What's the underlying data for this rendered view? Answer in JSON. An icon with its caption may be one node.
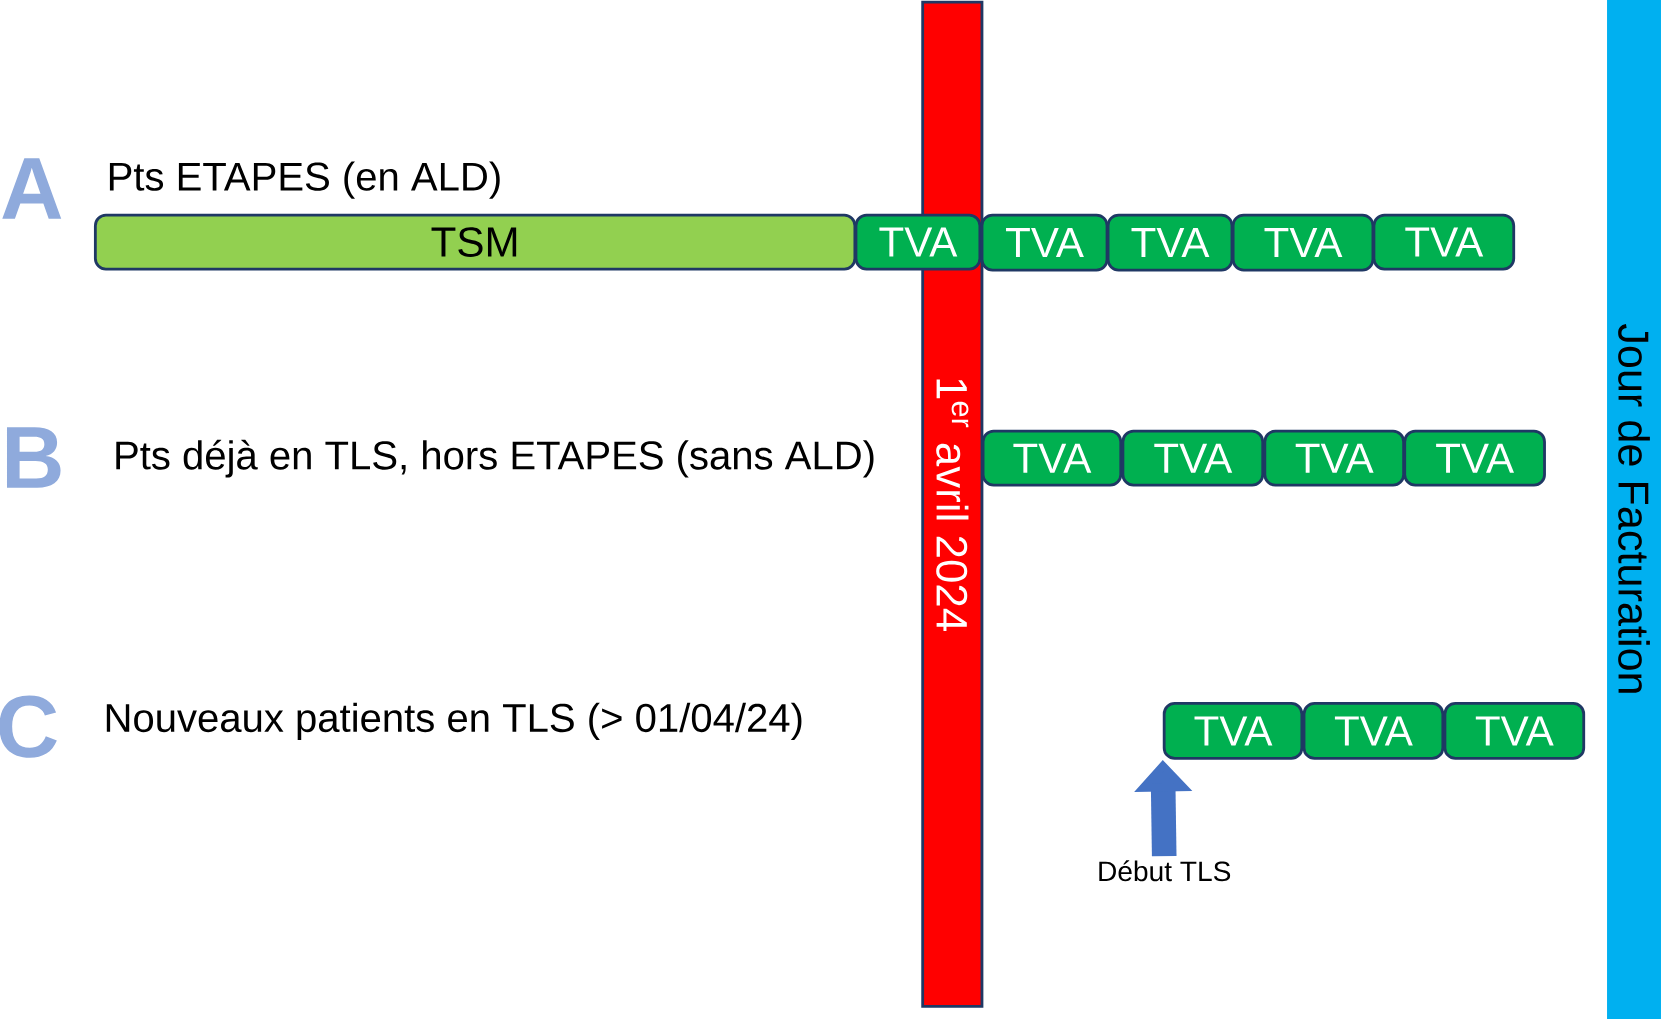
{
  "diagram": {
    "nodes": [
      {
        "text": [
          "1$^{er}$ avril 2024"
        ]
      },
      {
        "text": [
          "Jour de Facturation"
        ]
      },
      {
        "text": [
          "TSM"
        ]
      },
      {
        "text": [
          "TVA"
        ]
      },
      {
        "text": [
          "TVA"
        ]
      },
      {
        "text": [
          "TVA"
        ]
      },
      {
        "text": [
          "TVA"
        ]
      },
      {
        "text": [
          "TVA"
        ]
      },
      {
        "text": [
          "TVA"
        ]
      },
      {
        "text": [
          "TVA"
        ]
      },
      {
        "text": [
          "TVA"
        ]
      },
      {
        "text": [
          "TVA"
        ]
      },
      {
        "text": [
          "TVA"
        ]
      },
      {
        "text": [
          "TVA"
        ]
      },
      {
        "text": [
          "TVA"
        ]
      },
      {
        "text": [
          "Début TLS"
        ]
      }
    ],
    "edges": [
      {
        "from": 15,
        "to": 12,
        "arrow": "to",
        "color": "#4472c4"
      }
    ],
    "labels": [
      "A",
      "Pts ETAPES (en ALD)",
      "B",
      "Pts déjà en TLS, hors ETAPES (sans ALD)",
      "C",
      "Nouveaux patients en TLS (> 01/04/24)"
    ]
  }
}
